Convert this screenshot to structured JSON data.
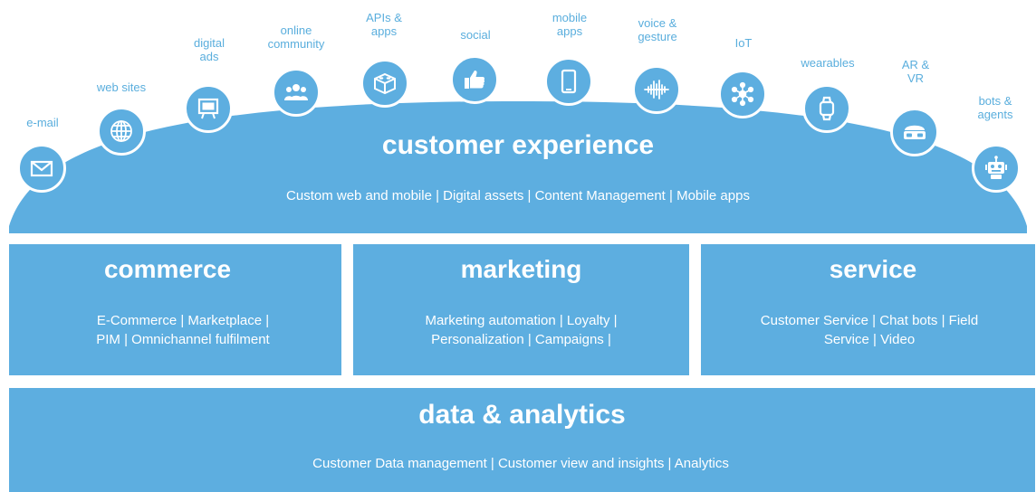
{
  "accent": "#5daee0",
  "customer_experience": {
    "title": "customer experience",
    "subtitle": "Custom web and mobile | Digital assets | Content Management | Mobile apps"
  },
  "channels": [
    {
      "label": "e-mail",
      "icon": "envelope-icon"
    },
    {
      "label": "web sites",
      "icon": "globe-icon"
    },
    {
      "label": "digital\nads",
      "icon": "monitor-icon"
    },
    {
      "label": "online\ncommunity",
      "icon": "community-icon"
    },
    {
      "label": "APIs &\napps",
      "icon": "lego-brick-icon"
    },
    {
      "label": "social",
      "icon": "thumbs-up-icon"
    },
    {
      "label": "mobile\napps",
      "icon": "tablet-icon"
    },
    {
      "label": "voice &\ngesture",
      "icon": "soundwave-icon"
    },
    {
      "label": "IoT",
      "icon": "network-hub-icon"
    },
    {
      "label": "wearables",
      "icon": "smartwatch-icon"
    },
    {
      "label": "AR &\nVR",
      "icon": "vr-headset-icon"
    },
    {
      "label": "bots &\nagents",
      "icon": "robot-icon"
    }
  ],
  "pillars": [
    {
      "title": "commerce",
      "desc": "E-Commerce | Marketplace |\nPIM | Omnichannel fulfilment"
    },
    {
      "title": "marketing",
      "desc": "Marketing automation | Loyalty |\nPersonalization | Campaigns |"
    },
    {
      "title": "service",
      "desc": "Customer Service | Chat bots | Field\nService | Video"
    }
  ],
  "data_analytics": {
    "title": "data & analytics",
    "subtitle": "Customer Data management | Customer view and insights | Analytics"
  }
}
